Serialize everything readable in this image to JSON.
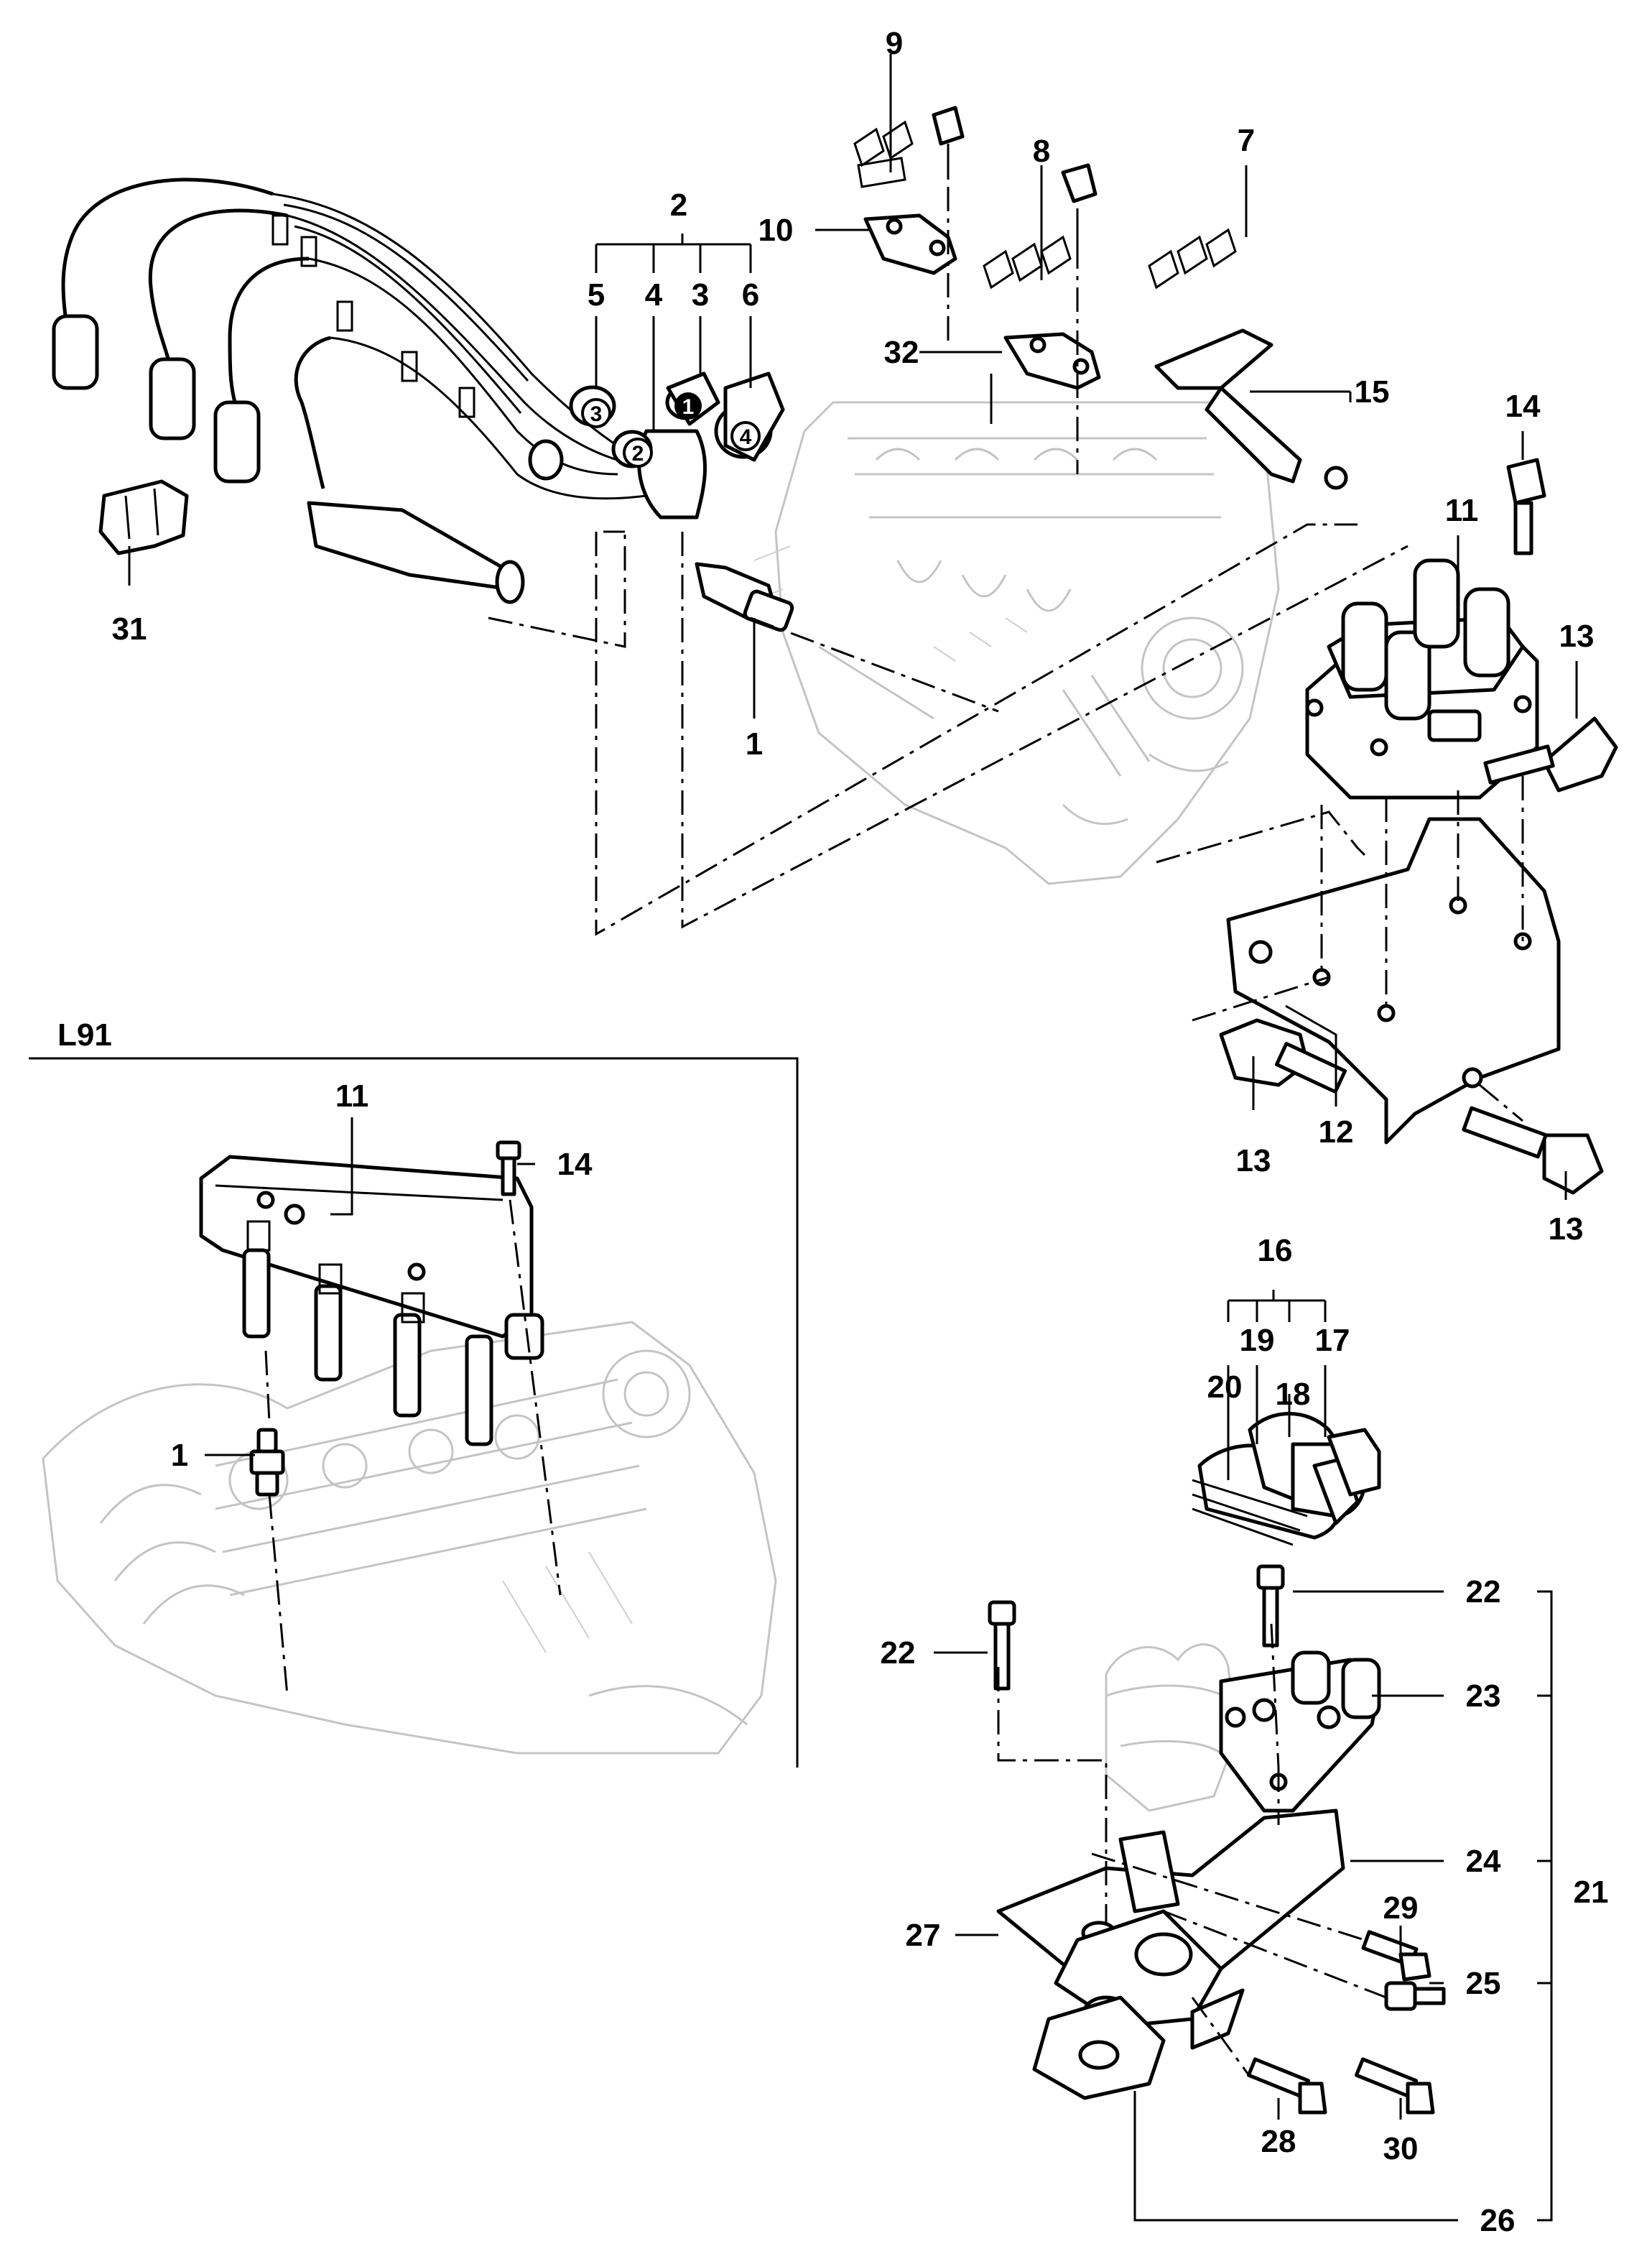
{
  "inset": {
    "label": "L91"
  },
  "callouts": {
    "c1_top": "1",
    "c2": "2",
    "c3_branch": "3",
    "c4_branch": "4",
    "c5": "5",
    "c6": "6",
    "c7": "7",
    "c8": "8",
    "c9": "9",
    "c10": "10",
    "c11_top": "11",
    "c12": "12",
    "c13_a": "13",
    "c13_b": "13",
    "c13_c": "13",
    "c14_top": "14",
    "c15": "15",
    "c31": "31",
    "c32": "32",
    "c11_inset": "11",
    "c14_inset": "14",
    "c1_inset": "1",
    "c16": "16",
    "c17": "17",
    "c18": "18",
    "c19": "19",
    "c20": "20",
    "c21": "21",
    "c22_a": "22",
    "c22_b": "22",
    "c23": "23",
    "c24": "24",
    "c25": "25",
    "c26": "26",
    "c27": "27",
    "c28": "28",
    "c29": "29",
    "c30": "30"
  },
  "wire_markers": [
    "1",
    "2",
    "3",
    "4"
  ]
}
